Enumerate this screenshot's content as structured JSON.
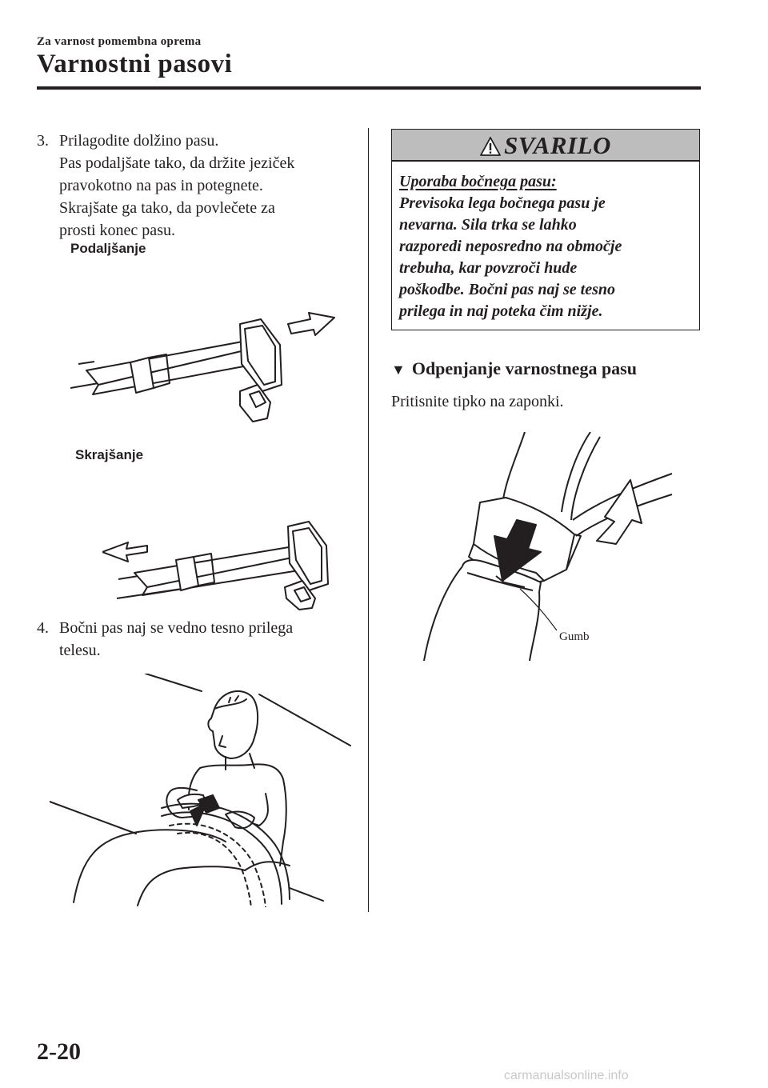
{
  "header": {
    "section": "Za varnost pomembna oprema",
    "title": "Varnostni pasovi"
  },
  "left": {
    "step3": {
      "number": "3.",
      "lines": [
        "Prilagodite dolžino pasu.",
        "Pas podaljšate tako, da držite jeziček",
        "pravokotno na pas in potegnete.",
        "Skrajšate ga tako, da povlečete za",
        "prosti konec pasu."
      ]
    },
    "figure_labels": {
      "lengthen": "Podaljšanje",
      "shorten": "Skrajšanje"
    },
    "step4": {
      "number": "4.",
      "lines": [
        "Bočni pas naj se vedno tesno prilega",
        "telesu."
      ]
    }
  },
  "right": {
    "warning": {
      "icon": "warning-triangle-icon",
      "title": "SVARILO",
      "subtitle": "Uporaba bočnega pasu:",
      "lines": [
        "Previsoka lega bočnega pasu je",
        "nevarna. Sila trka se lahko",
        "razporedi neposredno na območje",
        "trebuha, kar povzroči hude",
        "poškodbe. Bočni pas naj se tesno",
        "prilega in naj poteka čim nižje."
      ]
    },
    "subsection": {
      "marker": "▼",
      "title": "Odpenjanje varnostnega pasu"
    },
    "instruction": "Pritisnite tipko na zaponki.",
    "figure_label": "Gumb"
  },
  "footer": {
    "page_number": "2-20",
    "watermark": "carmanualsonline.info"
  }
}
